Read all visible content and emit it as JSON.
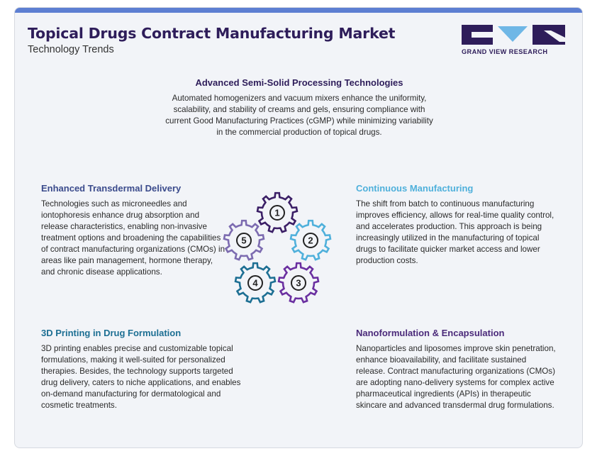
{
  "header": {
    "title": "Topical Drugs Contract Manufacturing Market",
    "subtitle": "Technology Trends"
  },
  "logo": {
    "text": "GRAND VIEW RESEARCH",
    "colors": {
      "dark": "#2e1d5a",
      "accent": "#6fb7e6"
    }
  },
  "colors": {
    "top_bar": "#5d7fd2",
    "title": "#2e1d5a",
    "gear1": "#3b1f66",
    "gear2": "#4fb0db",
    "gear3": "#6a2fa0",
    "gear4": "#1d6f93",
    "gear5": "#7c6bb0"
  },
  "trends": {
    "center": {
      "heading": "Advanced Semi-Solid Processing Technologies",
      "text": "Automated homogenizers and vacuum mixers enhance the uniformity, scalability, and stability of creams and gels, ensuring compliance with current Good Manufacturing Practices (cGMP) while minimizing variability in the commercial production of topical drugs."
    },
    "left1": {
      "heading": "Enhanced Transdermal Delivery",
      "text": "Technologies such as microneedles and iontophoresis enhance drug absorption and release characteristics, enabling non-invasive treatment options and broadening the capabilities of contract manufacturing organizations (CMOs) in areas like pain management, hormone therapy, and chronic disease applications."
    },
    "right1": {
      "heading": "Continuous Manufacturing",
      "text": "The shift from batch to continuous manufacturing improves efficiency, allows for real-time quality control, and accelerates production. This approach is being increasingly utilized in the manufacturing of topical drugs to facilitate quicker market access and lower production costs."
    },
    "left2": {
      "heading": "3D Printing in Drug Formulation",
      "text": "3D printing enables precise and customizable topical formulations, making it well-suited for personalized therapies. Besides, the technology supports targeted drug delivery, caters to niche applications, and enables on-demand manufacturing for dermatological and cosmetic treatments."
    },
    "right2": {
      "heading": "Nanoformulation & Encapsulation",
      "text": "Nanoparticles and liposomes improve skin penetration, enhance bioavailability, and facilitate sustained release. Contract manufacturing organizations (CMOs) are adopting nano-delivery systems for complex active pharmaceutical ingredients (APIs) in therapeutic skincare and advanced transdermal drug formulations."
    }
  },
  "gears": {
    "numbers": [
      "1",
      "2",
      "3",
      "4",
      "5"
    ]
  }
}
